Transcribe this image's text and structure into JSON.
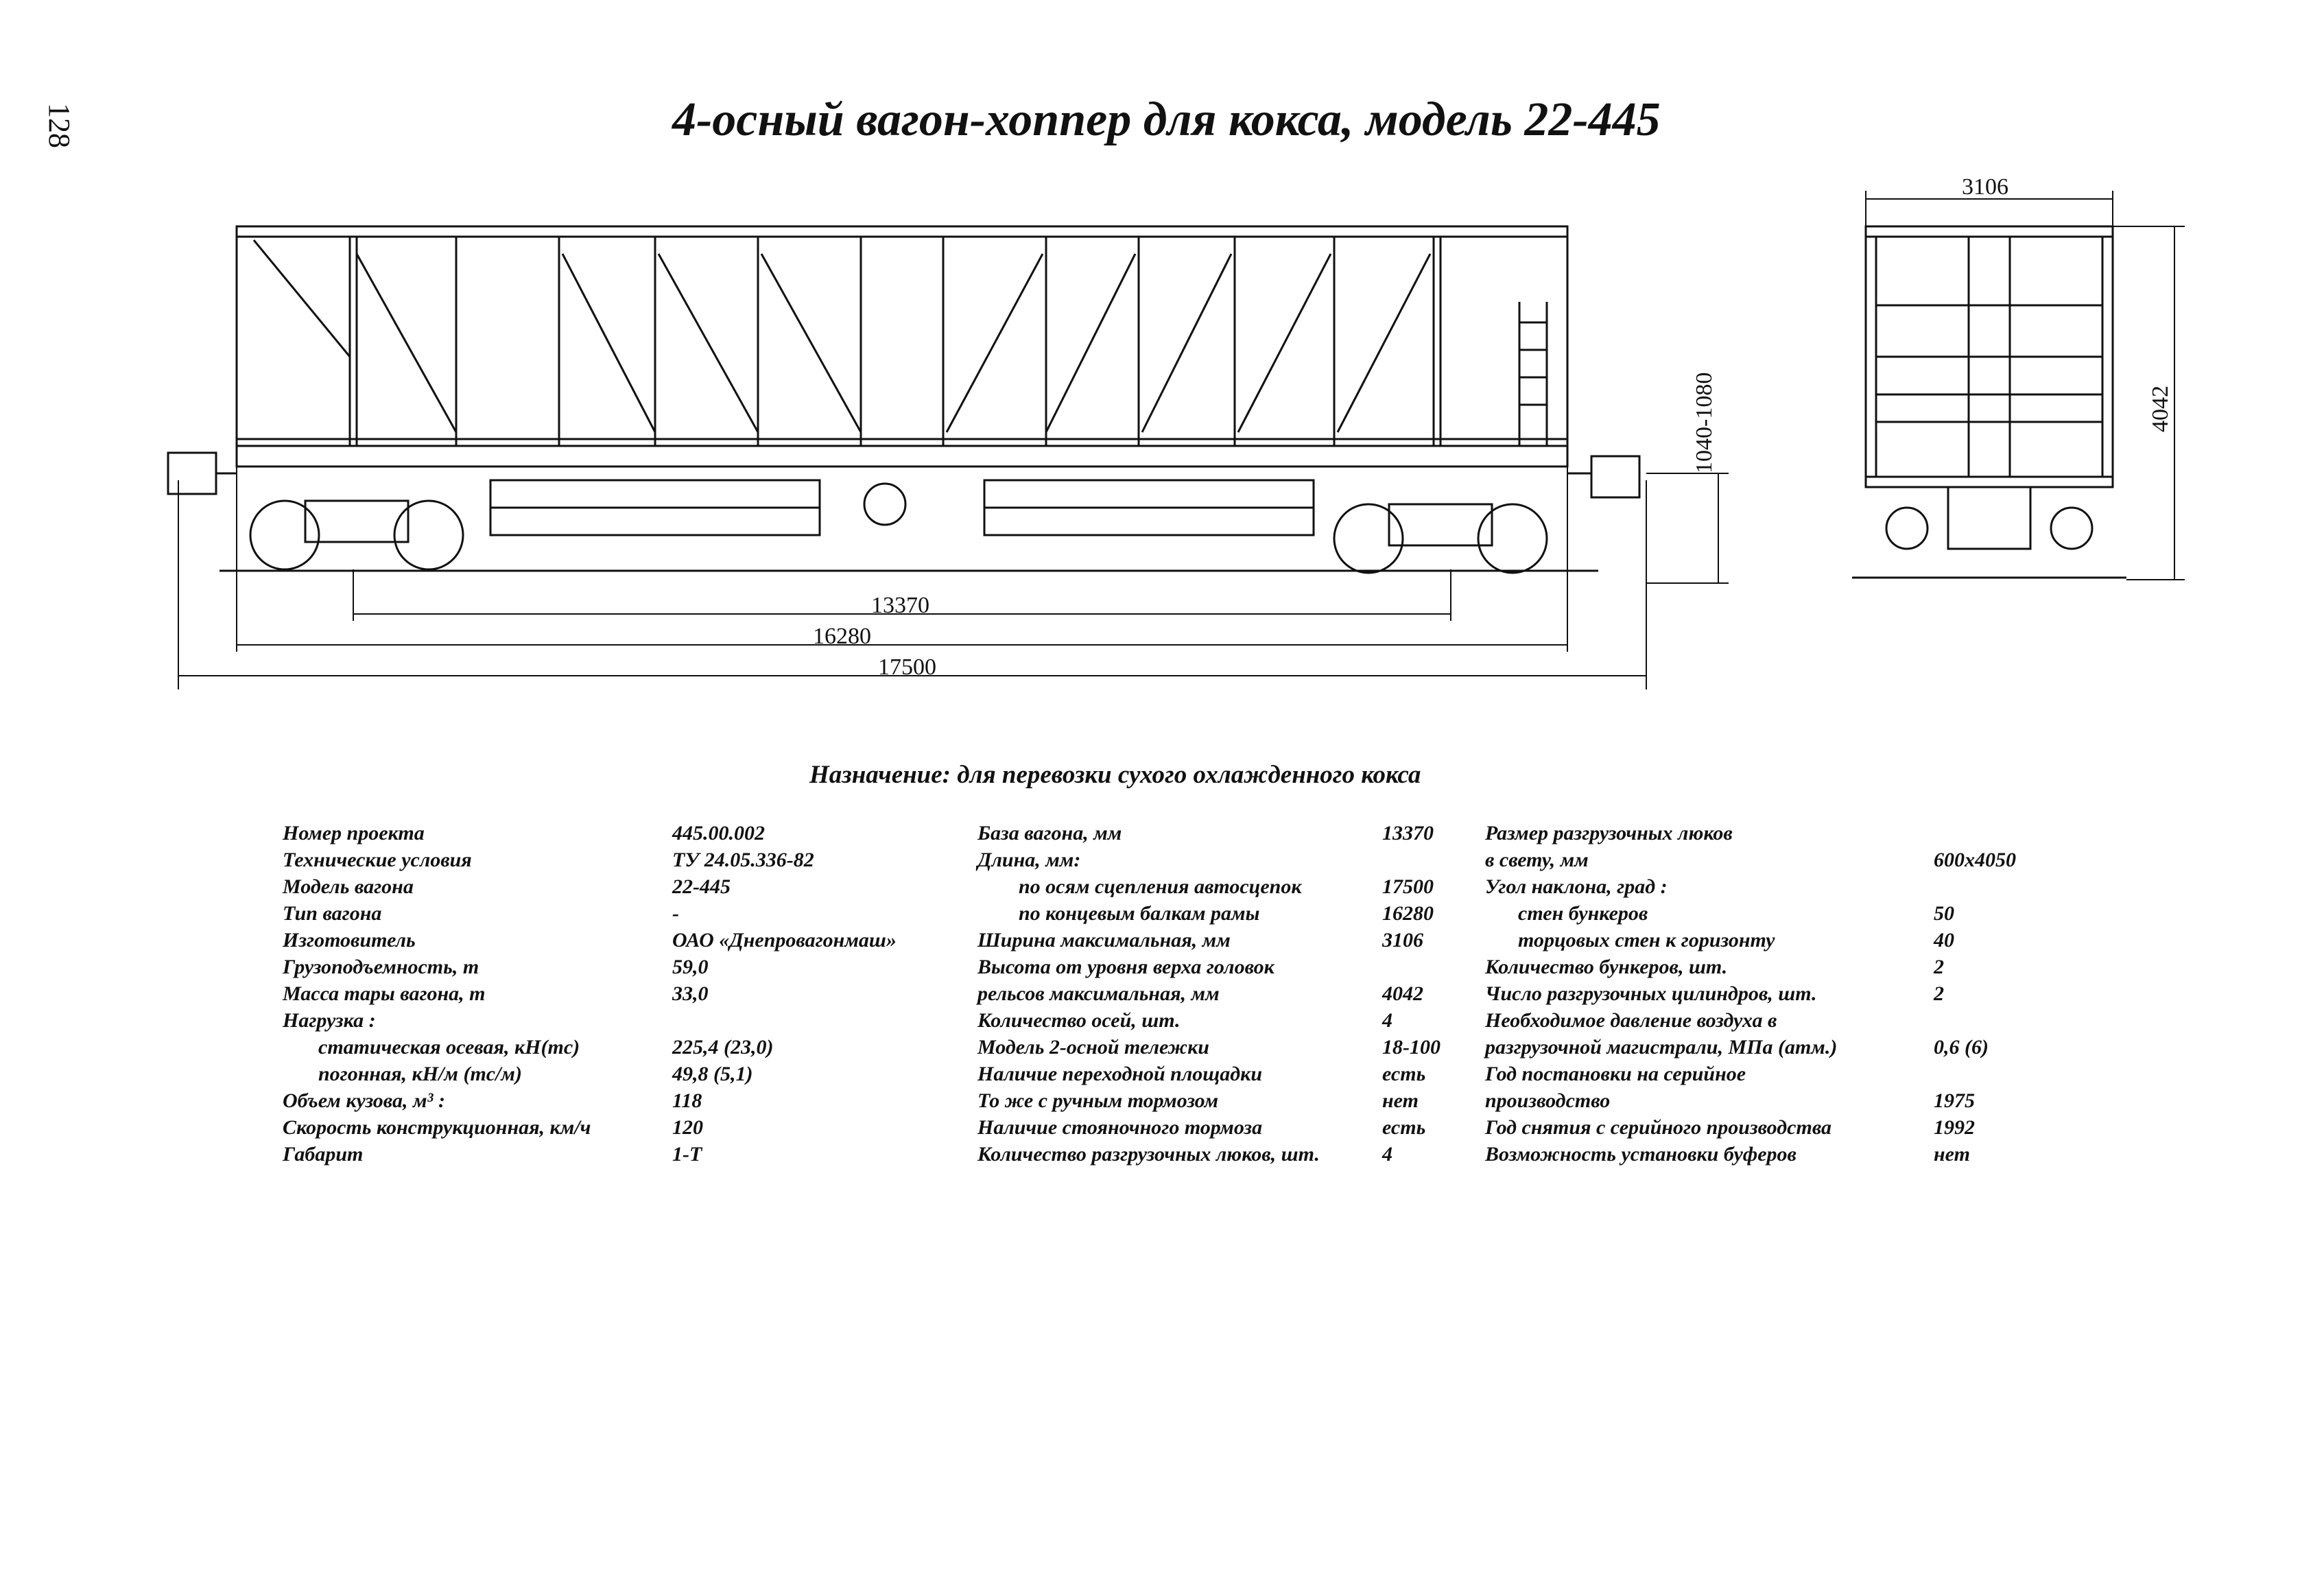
{
  "page_number": "128",
  "title": "4-осный вагон-хоппер для кокса, модель 22-445",
  "drawing": {
    "dim_base": "13370",
    "dim_frame": "16280",
    "dim_couplers": "17500",
    "dim_height_range": "1040-1080",
    "dim_width": "3106",
    "dim_height": "4042"
  },
  "purpose": "Назначение: для перевозки сухого охлажденного кокса",
  "specs": {
    "col1": [
      {
        "label": "Номер проекта",
        "value": "445.00.002"
      },
      {
        "label": "Технические условия",
        "value": "ТУ 24.05.336-82"
      },
      {
        "label": "Модель вагона",
        "value": "22-445"
      },
      {
        "label": "Тип вагона",
        "value": "-"
      },
      {
        "label": "Изготовитель",
        "value": "ОАО «Днепровагонмаш»"
      },
      {
        "label": "Грузоподъемность, т",
        "value": "59,0"
      },
      {
        "label": "Масса тары вагона, т",
        "value": "33,0"
      },
      {
        "label": "Нагрузка :",
        "value": ""
      },
      {
        "label": "статическая осевая, кН(тс)",
        "value": "225,4 (23,0)"
      },
      {
        "label": "погонная, кН/м (тс/м)",
        "value": "49,8 (5,1)"
      },
      {
        "label": "Объем кузова, м³ :",
        "value": "118"
      },
      {
        "label": "Скорость конструкционная, км/ч",
        "value": "120"
      },
      {
        "label": "Габарит",
        "value": "1-Т"
      }
    ],
    "col2": [
      {
        "label": "База вагона, мм",
        "value": "13370"
      },
      {
        "label": "Длина, мм:",
        "value": ""
      },
      {
        "label": "по осям сцепления автосцепок",
        "value": "17500"
      },
      {
        "label": "по концевым балкам рамы",
        "value": "16280"
      },
      {
        "label": "Ширина максимальная, мм",
        "value": "3106"
      },
      {
        "label": "Высота от уровня верха головок",
        "value": ""
      },
      {
        "label": "рельсов максимальная, мм",
        "value": "4042"
      },
      {
        "label": "Количество осей, шт.",
        "value": "4"
      },
      {
        "label": "Модель 2-осной тележки",
        "value": "18-100"
      },
      {
        "label": "Наличие переходной площадки",
        "value": "есть"
      },
      {
        "label": "То же с ручным тормозом",
        "value": "нет"
      },
      {
        "label": "Наличие стояночного тормоза",
        "value": "есть"
      },
      {
        "label": "Количество разгрузочных люков, шт.",
        "value": "4"
      }
    ],
    "col3": [
      {
        "label": "Размер разгрузочных люков",
        "value": ""
      },
      {
        "label": "в свету, мм",
        "value": "600x4050"
      },
      {
        "label": "Угол наклона, град :",
        "value": ""
      },
      {
        "label": "стен бункеров",
        "value": "50"
      },
      {
        "label": "торцовых стен к горизонту",
        "value": "40"
      },
      {
        "label": "Количество бункеров, шт.",
        "value": "2"
      },
      {
        "label": "Число разгрузочных цилиндров, шт.",
        "value": "2"
      },
      {
        "label": "Необходимое давление воздуха в",
        "value": ""
      },
      {
        "label": "разгрузочной магистрали, МПа (атм.)",
        "value": "0,6 (6)"
      },
      {
        "label": "Год постановки на серийное",
        "value": ""
      },
      {
        "label": "производство",
        "value": "1975"
      },
      {
        "label": "Год снятия с серийного производства",
        "value": "1992"
      },
      {
        "label": "Возможность установки буферов",
        "value": "нет"
      }
    ]
  }
}
